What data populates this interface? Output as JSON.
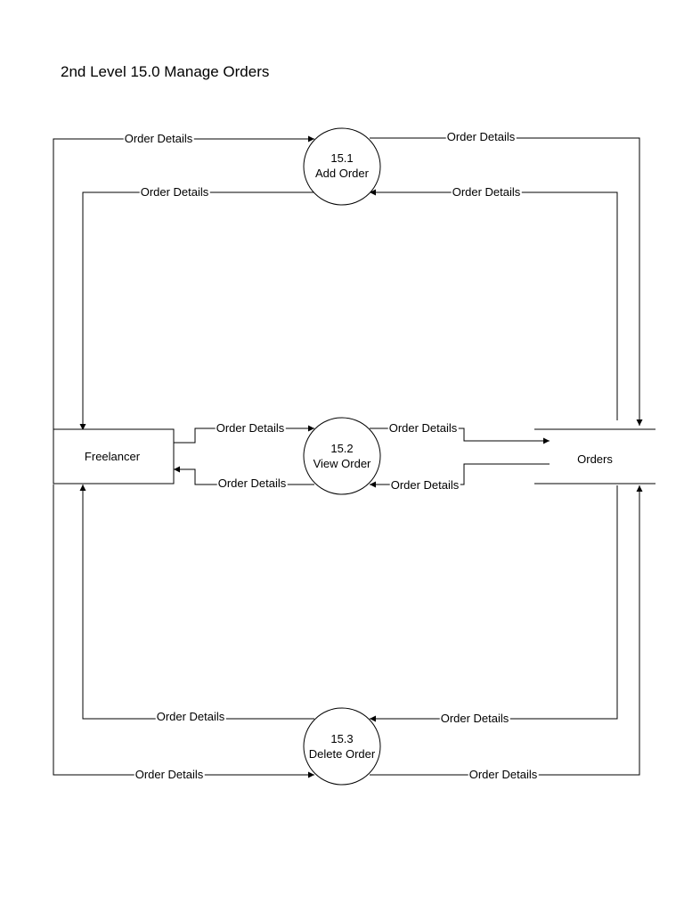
{
  "title": "2nd Level 15.0 Manage Orders",
  "external_entity": {
    "label": "Freelancer"
  },
  "data_store": {
    "label": "Orders"
  },
  "processes": [
    {
      "id": "15.1",
      "name": "Add Order"
    },
    {
      "id": "15.2",
      "name": "View Order"
    },
    {
      "id": "15.3",
      "name": "Delete Order"
    }
  ],
  "flows": [
    {
      "label": "Order Details",
      "from": "Freelancer",
      "to": "15.1"
    },
    {
      "label": "Order Details",
      "from": "15.1",
      "to": "Orders"
    },
    {
      "label": "Order Details",
      "from": "Orders",
      "to": "15.1"
    },
    {
      "label": "Order Details",
      "from": "15.1",
      "to": "Freelancer"
    },
    {
      "label": "Order Details",
      "from": "Freelancer",
      "to": "15.2"
    },
    {
      "label": "Order Details",
      "from": "15.2",
      "to": "Orders"
    },
    {
      "label": "Order Details",
      "from": "Orders",
      "to": "15.2"
    },
    {
      "label": "Order Details",
      "from": "15.2",
      "to": "Freelancer"
    },
    {
      "label": "Order Details",
      "from": "Orders",
      "to": "15.3"
    },
    {
      "label": "Order Details",
      "from": "15.3",
      "to": "Freelancer"
    },
    {
      "label": "Order Details",
      "from": "Freelancer",
      "to": "15.3"
    },
    {
      "label": "Order Details",
      "from": "15.3",
      "to": "Orders"
    }
  ]
}
